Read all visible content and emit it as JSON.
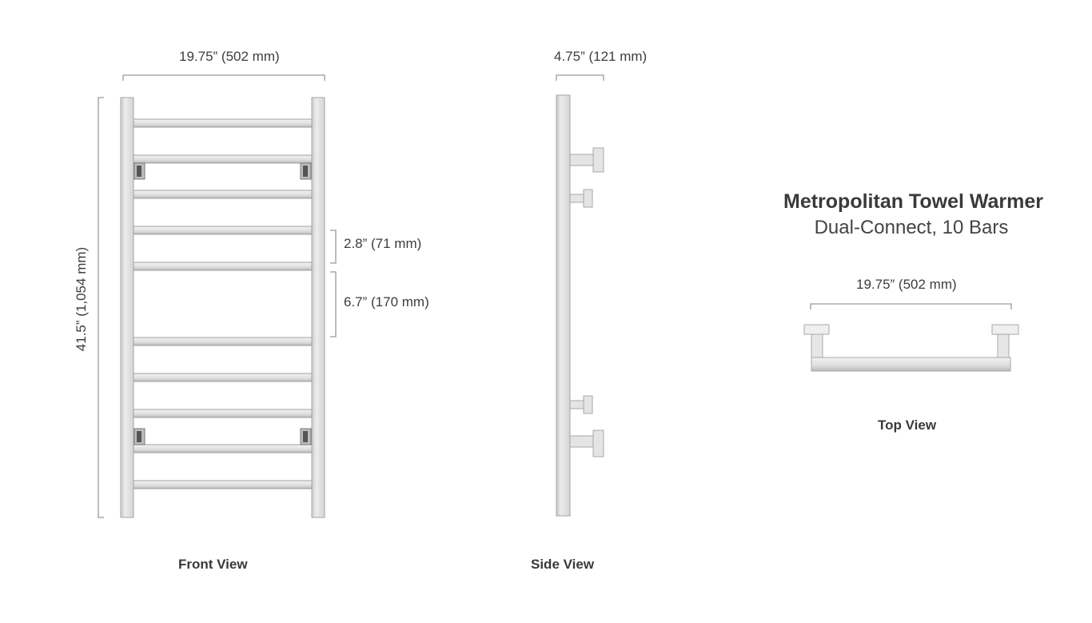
{
  "product": {
    "title": "Metropolitan Towel Warmer",
    "subtitle": "Dual-Connect, 10 Bars"
  },
  "front_view": {
    "label": "Front View",
    "width_dim": "19.75” (502 mm)",
    "height_dim": "41.5” (1,054 mm)",
    "bar_spacing_dim": "2.8” (71 mm)",
    "gap_dim": "6.7” (170 mm)",
    "bar_count": 10
  },
  "side_view": {
    "label": "Side View",
    "depth_dim": "4.75” (121 mm)"
  },
  "top_view": {
    "label": "Top View",
    "width_dim": "19.75” (502 mm)"
  },
  "colors": {
    "metal_fill": "#e6e6e6",
    "metal_edge": "#a8a8a8",
    "dimension_line": "#9a9a9a",
    "text": "#3a3a3a"
  }
}
